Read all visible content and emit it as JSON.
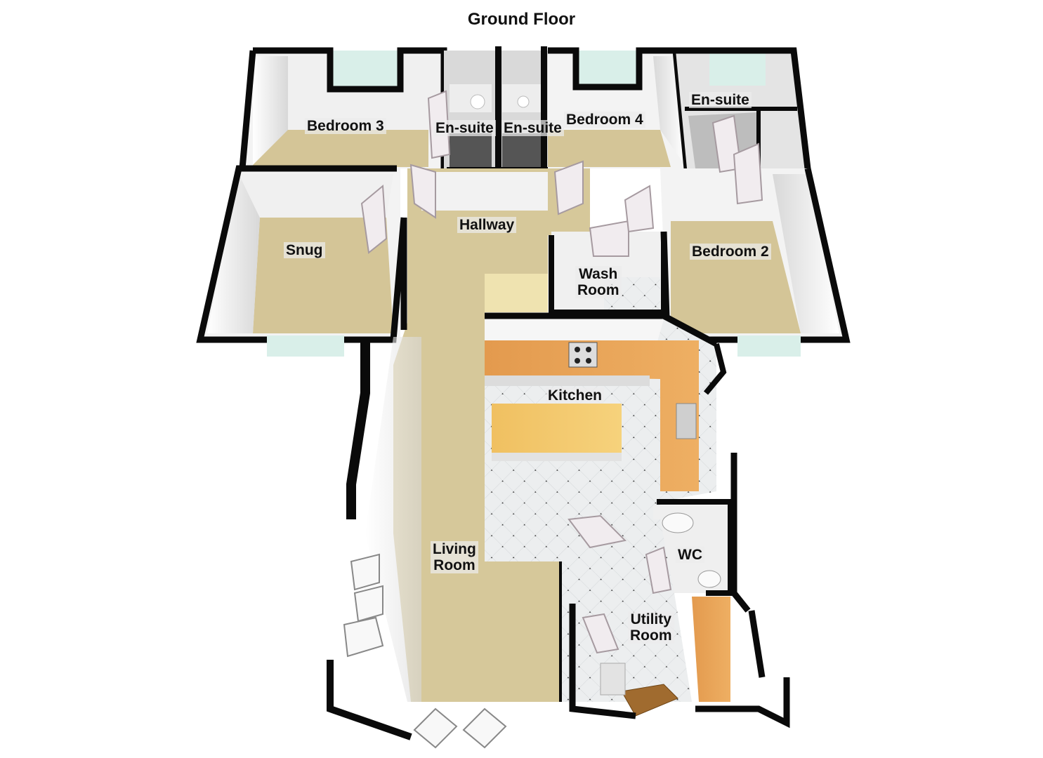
{
  "title": "Ground Floor",
  "colors": {
    "wall": "#0a0a0a",
    "carpet": "#d6c89a",
    "tile": "#e9ebec",
    "worktop": "#e6a256",
    "island": "#f2c86a",
    "glass": "#cfe9e6",
    "wall_face": "#f4f4f4"
  },
  "rooms": [
    {
      "id": "bedroom-3",
      "label": "Bedroom 3"
    },
    {
      "id": "en-suite-1",
      "label": "En-suite"
    },
    {
      "id": "en-suite-2",
      "label": "En-suite"
    },
    {
      "id": "bedroom-4",
      "label": "Bedroom 4"
    },
    {
      "id": "en-suite-3",
      "label": "En-suite"
    },
    {
      "id": "snug",
      "label": "Snug"
    },
    {
      "id": "hallway",
      "label": "Hallway"
    },
    {
      "id": "bedroom-2",
      "label": "Bedroom 2"
    },
    {
      "id": "wash-room",
      "label_line1": "Wash",
      "label_line2": "Room"
    },
    {
      "id": "kitchen",
      "label": "Kitchen"
    },
    {
      "id": "wc",
      "label": "WC"
    },
    {
      "id": "living-room",
      "label_line1": "Living",
      "label_line2": "Room"
    },
    {
      "id": "utility-room",
      "label_line1": "Utility",
      "label_line2": "Room"
    }
  ]
}
